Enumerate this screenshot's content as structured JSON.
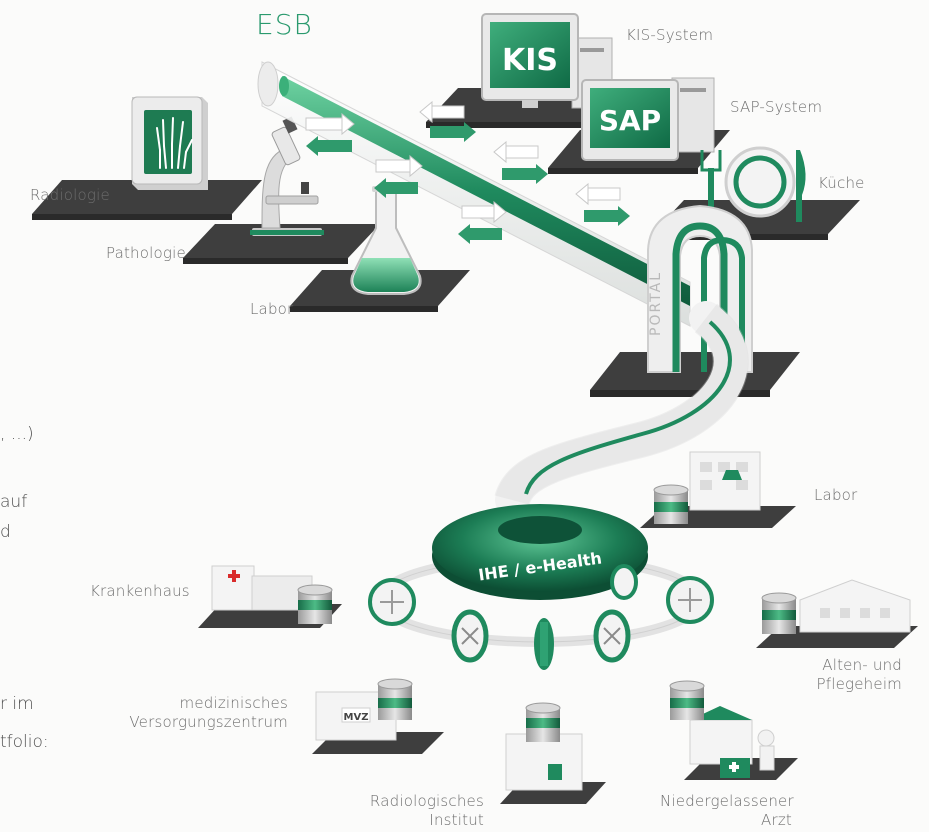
{
  "esb_title": "ESB",
  "labels": {
    "kis_system": "KIS-System",
    "sap_system": "SAP-System",
    "kueche": "Küche",
    "radiologie": "Radiologie",
    "pathologie": "Pathologie",
    "labor_top": "Labor",
    "labor_right": "Labor",
    "krankenhaus": "Krankenhaus",
    "alten_line1": "Alten- und",
    "alten_line2": "Pflegeheim",
    "mvz_line1": "medizinisches",
    "mvz_line2": "Versorgungszentrum",
    "rad_inst_line1": "Radiologisches",
    "rad_inst_line2": "Institut",
    "arzt_line1": "Niedergelassener",
    "arzt_line2": "Arzt"
  },
  "screen_text": {
    "kis": "KIS",
    "sap": "SAP",
    "portal": "PORTAL",
    "hub": "IHE / e-Health",
    "mvz_sign": "MVZ"
  },
  "edge_text": {
    "line1": ", ...)",
    "line2": "auf",
    "line3": "d",
    "line4": "r im",
    "line5": "tfolio:"
  },
  "colors": {
    "green": "#1f8a5e",
    "green_light": "#58c28e",
    "platform": "#4a4a4a",
    "label": "#6e6e6e"
  }
}
